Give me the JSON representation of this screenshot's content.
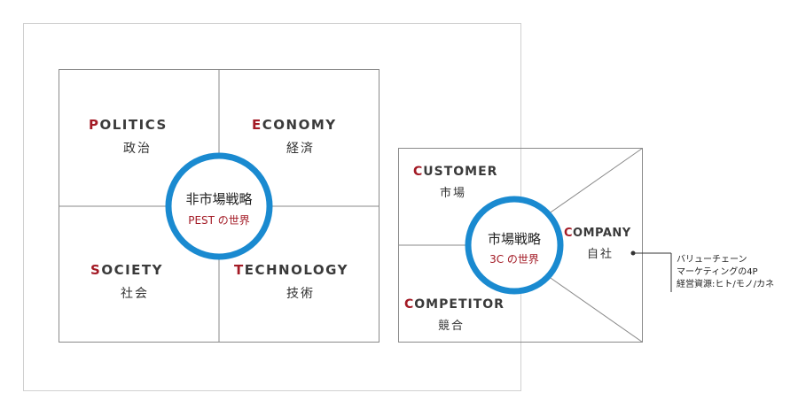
{
  "colors": {
    "accent_red": "#a31a25",
    "ring_blue": "#1a8ad0",
    "line_gray": "#888888",
    "frame_gray": "#cfcfcf"
  },
  "pest": {
    "politics": {
      "initial": "P",
      "rest": "OLITICS",
      "ja": "政治"
    },
    "economy": {
      "initial": "E",
      "rest": "CONOMY",
      "ja": "経済"
    },
    "society": {
      "initial": "S",
      "rest": "OCIETY",
      "ja": "社会"
    },
    "technology": {
      "initial": "T",
      "rest": "ECHNOLOGY",
      "ja": "技術"
    },
    "center": {
      "title": "非市場戦略",
      "subtitle": "PEST の世界"
    }
  },
  "threec": {
    "customer": {
      "initial": "C",
      "rest": "USTOMER",
      "ja": "市場"
    },
    "competitor": {
      "initial": "C",
      "rest": "OMPETITOR",
      "ja": "競合"
    },
    "company": {
      "initial": "C",
      "rest": "OMPANY",
      "ja": "自社"
    },
    "center": {
      "title": "市場戦略",
      "subtitle": "3C の世界"
    }
  },
  "company_note": {
    "line1": "バリューチェーン",
    "line2": "マーケティングの4P",
    "line3": "経営資源:ヒト/モノ/カネ"
  }
}
